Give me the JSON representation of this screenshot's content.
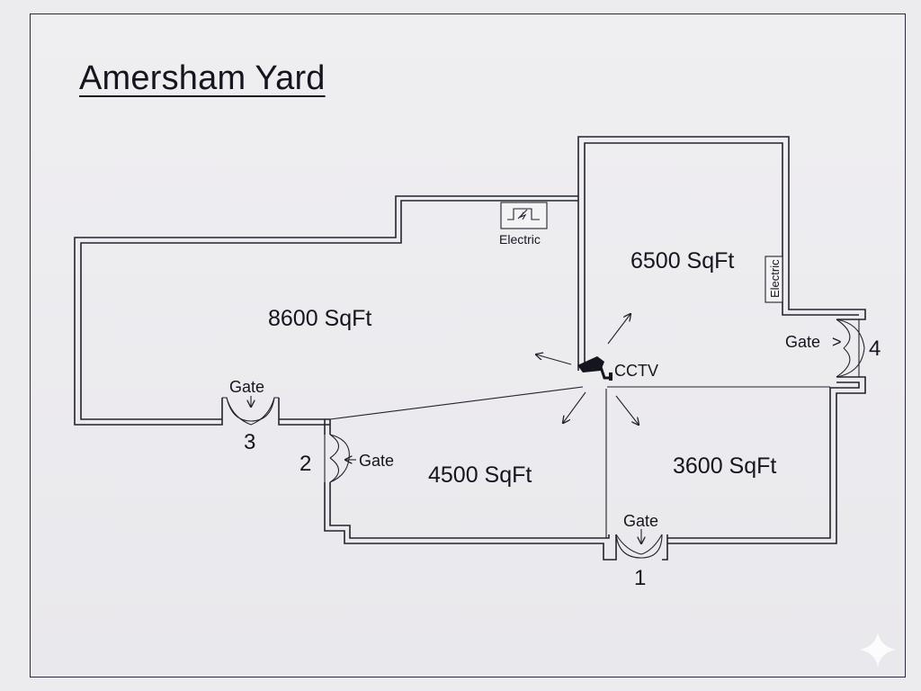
{
  "title": "Amersham Yard",
  "areas": {
    "a8600": "8600 SqFt",
    "a6500": "6500 SqFt",
    "a4500": "4500 SqFt",
    "a3600": "3600 SqFt"
  },
  "gates": {
    "label": "Gate",
    "num1": "1",
    "num2": "2",
    "num3": "3",
    "num4": "4"
  },
  "electric": {
    "top_label": "Electric",
    "side_label": "Electric"
  },
  "cctv": {
    "label": "CCTV"
  },
  "icons": [
    "electric-panel-icon",
    "cctv-camera-icon",
    "sparkle-icon"
  ]
}
